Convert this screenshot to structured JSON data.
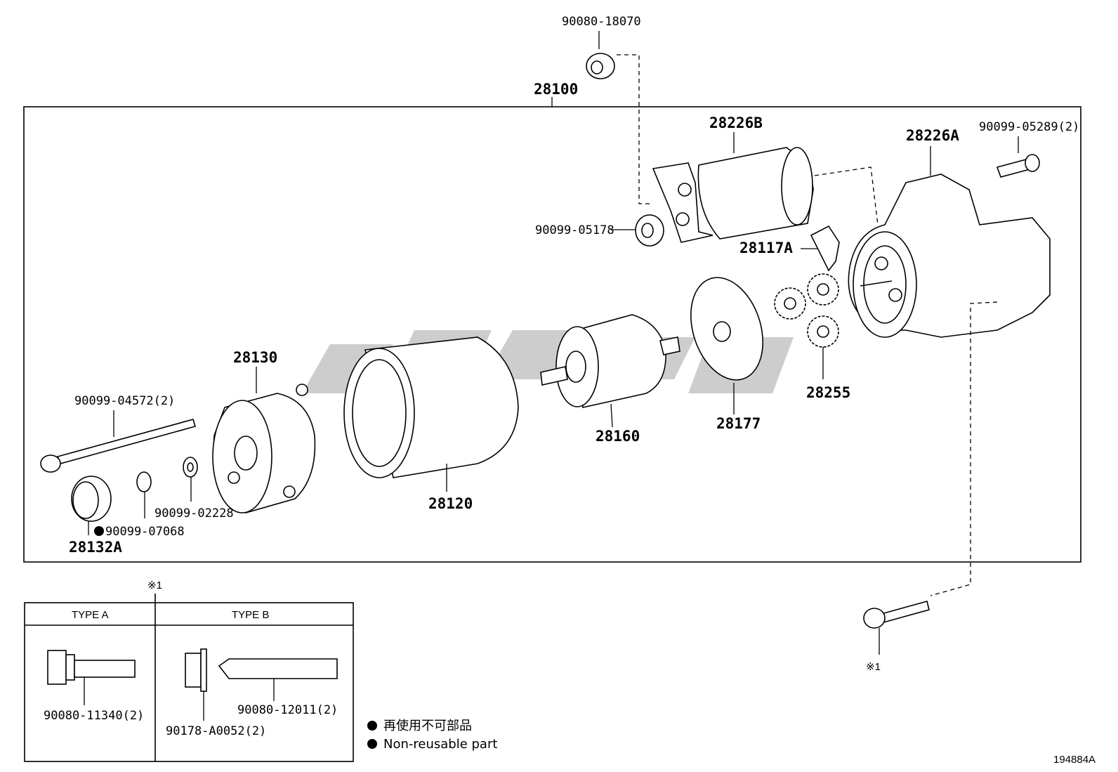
{
  "figure_id": "194884A",
  "assembly": {
    "number": "28100"
  },
  "parts": {
    "p90080_18070": "90080-18070",
    "p28226B": "28226B",
    "p28226A": "28226A",
    "p90099_05289": "90099-05289(2)",
    "p90099_05178": "90099-05178",
    "p28117A": "28117A",
    "p28130": "28130",
    "p90099_04572": "90099-04572(2)",
    "p28160": "28160",
    "p28177": "28177",
    "p28255": "28255",
    "p28120": "28120",
    "p90099_02228": "90099-02228",
    "p90099_07068": "90099-07068",
    "p28132A": "28132A",
    "ref_mark_bottom": "※1"
  },
  "detail_box": {
    "ref_mark": "※1",
    "type_a": {
      "header": "TYPE A",
      "part": "90080-11340(2)"
    },
    "type_b": {
      "header": "TYPE B",
      "part_nut": "90178-A0052(2)",
      "part_stud": "90080-12011(2)"
    }
  },
  "legend": {
    "line_jp": "再使用不可部品",
    "line_en": "Non-reusable part"
  }
}
